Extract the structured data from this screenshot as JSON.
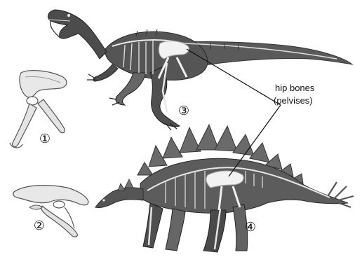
{
  "annotation": {
    "line1": "hip bones",
    "line2": "(pelvises)"
  },
  "markers": {
    "m1": "①",
    "m2": "②",
    "m3": "③",
    "m4": "④"
  },
  "colors": {
    "background": "#ffffff",
    "bone": "#e6e6e6",
    "bone_outline": "#555555",
    "dark_body": "#4a4a4a",
    "mid_body": "#6e6e6e",
    "leader_line": "#111111"
  },
  "figures": [
    {
      "marker": "①",
      "icon": "pelvis-bone-icon"
    },
    {
      "marker": "②",
      "icon": "pelvis-bone-icon"
    },
    {
      "marker": "③",
      "icon": "theropod-skeleton-icon"
    },
    {
      "marker": "④",
      "icon": "stegosaurus-skeleton-icon"
    }
  ]
}
